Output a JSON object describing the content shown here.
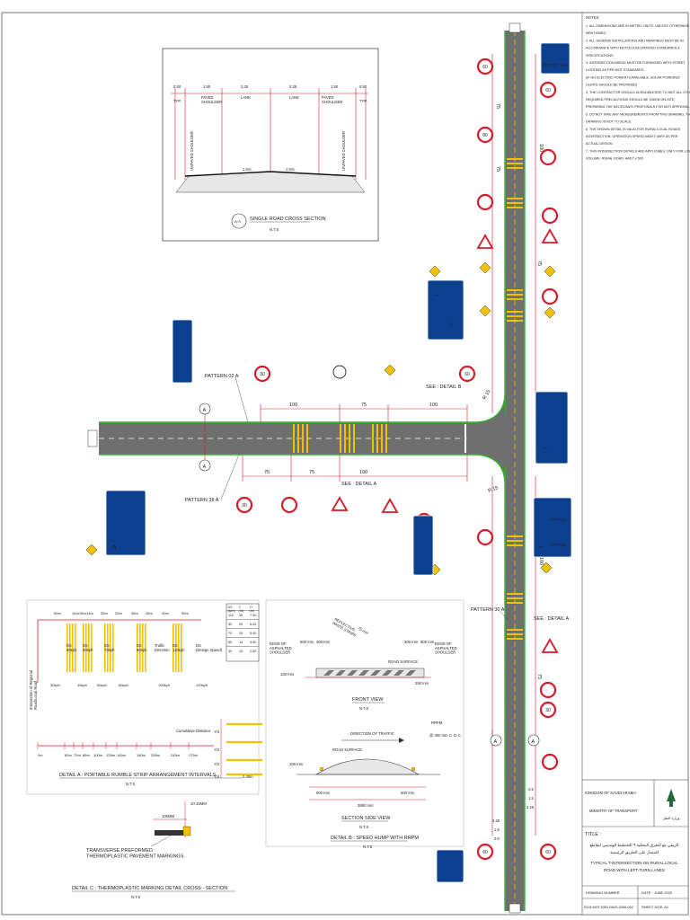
{
  "notes": {
    "heading": "NOTES",
    "items": [
      "1.  ALL DIMENSIONS ARE IN METRIC UNITS, UNLESS OTHERWISE",
      "     MENTIONED.",
      "2.  ALL SIGNAGE INSTALLATIONS AND MARKINGS MUST BE IN",
      "     ACCORDANCE WITH MUTCD-KSA UPDATED STANDARDS &",
      "     SPECIFICATIONS.",
      "3.  INTERSECTION AREAS MUST BE FURNISHED WITH STREET",
      "     LIGHTING AS PER MOT STANDARDS",
      "     (IF NO ELECTRIC POWER IS AVAILABLE, SOLAR POWERED",
      "     LIGHTS SHOULD BE PROVIDED)",
      "4.  THE CONTRACTOR SHOULD ACKNOWLEDGE TO MOT ALL OTHER",
      "     REQUIRED PRECAUTIONS SHOULD BE TAKEN ON-SITE,",
      "     PREPARING THE NECESSARY PROPOSALS FOR MOT APPROVAL",
      "5.  DO NOT TAKE ANY MEASUREMENTS FROM THIS DRAWING, THE",
      "     DRAWING IS NOT TO SCALE.",
      "6.  THE SHOWN DETAIL IS VALID FOR RURAL LOCAL ROADS",
      "     INTERSECTION. OPERATION SPEED MIGHT VARY AS PER",
      "     ACTUAL DESIGN.",
      "7.  THIS INTERSECTION DETAILS ARE APPLICABLE ONLY FOR LOW -",
      "     VOLUME- RURAL ROAD. AADT ≤ 500"
    ]
  },
  "cross_section": {
    "widths": [
      "0.50",
      "1.50",
      "3.25",
      "3.25",
      "1.50",
      "0.50"
    ],
    "typ_left": "TYP.",
    "typ_right": "TYP.",
    "paved_shoulder": "PAVED\nSHOULDER",
    "lane": "LANE",
    "unpaved_shoulder": "UNPAVED SHOULDER",
    "slope_left": "1.5%",
    "slope_right": "1.5%",
    "section_tag": "A-A",
    "title": "SINGLE ROAD CROSS SECTION",
    "scale": "N.T.S"
  },
  "plan": {
    "pattern_02a": "PATTERN 02 A",
    "pattern_38a": "PATTERN 38 A",
    "pattern_30a": "PATTERN 30 A",
    "see_detail_b": "SEE : DETAIL B",
    "see_detail_a_left": "SEE : DETAIL A",
    "see_detail_a_right": "SEE : DETAIL A",
    "section_mark": "A",
    "dim_100_top": "100",
    "dim_75_top": "75",
    "dim_100_right_top": "100",
    "dim_75_bot1": "75",
    "dim_75_bot2": "75",
    "dim_100_bot": "100",
    "radius_top": "R 15",
    "radius_bot": "R 15",
    "vert_100": "100",
    "vert_75a": "75",
    "vert_75b": "75",
    "vert_75c": "75",
    "vert_75d": "75",
    "vert_100b": "100",
    "dim_05": "0.5",
    "dim_15": "1.5",
    "dim_325a": "3.25",
    "dim_325b": "3.25",
    "dim_15b": "1.5",
    "dim_05b": "0.5",
    "city_c": "CITY (C)",
    "city_b": "CITY (B)",
    "km": "KM",
    "limit_60": "60",
    "limit_30": "30",
    "limit_80": "80"
  },
  "detail_a": {
    "top_distances": [
      "60m",
      "10m",
      "16m",
      "14m",
      "25m",
      "20m",
      "35m",
      "25m",
      "40m",
      "30m"
    ],
    "ds_labels": [
      "DS\n30kph",
      "DS\n50kph",
      "DS\n70kph",
      "DS\n90kph",
      "Traffic\nDirection",
      "DS\n110kph",
      "DS\n(Design Speed)"
    ],
    "speeds": [
      "30kph",
      "40kph",
      "60kph",
      "80kph",
      "100kph",
      "120kph"
    ],
    "side_label": "Intersection of Regional\nRoad/Local Road",
    "table_headers": [
      "DS\n(kph)",
      "Y\n(m)",
      "Yl\n(m)"
    ],
    "table_rows": [
      [
        "110",
        "30",
        "7.50"
      ],
      [
        "90",
        "25",
        "6.25"
      ],
      [
        "70",
        "20",
        "5.00"
      ],
      [
        "50",
        "14",
        "3.50"
      ],
      [
        "30",
        "10",
        "2.50"
      ]
    ],
    "cumulative_label": "Cumulative Distance",
    "cumulative_distances": [
      "0m",
      "60m",
      "70m",
      "86m",
      "100m",
      "125m",
      "145m",
      "180m",
      "205m",
      "245m",
      "275m"
    ],
    "y_labels": [
      "Y/4",
      "Y/4",
      "Y/4",
      "Y/4"
    ],
    "dim_030": "0.30m",
    "title": "DETAIL A : PORTABLE RUMBLE STRIP ARRANGEMENT INTERVALS",
    "scale": "N.T.S"
  },
  "detail_c": {
    "dim_top": "10-15MM",
    "dim_width": "100MM",
    "note": "TRANSVERSE PREFORMED\nTHERMOPLASTIC PAVEMENT MARKINGS",
    "title": "DETAIL C : THERMOPLASTIC MARKING DETAIL CROSS - SECTION",
    "scale": "N.T.S"
  },
  "detail_b": {
    "edge_left": "EDGE OF\nASPHALTED\nSHOULDER",
    "edge_right": "EDGE OF\nASPHALTED\nSHOULDER",
    "dim_600_left": "600 mm",
    "dim_300_left": "300 mm",
    "dim_300_right": "300 mm",
    "dim_600_right": "600 mm",
    "dim_100": "100 mm",
    "dim_250": "250 mm",
    "reflector": "REFLECTIVE\nWHITE STRIPE",
    "dim_75": "75 mm",
    "road_surface": "ROAD SURFACE",
    "front_view": "FRONT VIEW",
    "front_scale": "N.T.S",
    "rrpm": "RRPM",
    "rrpm_spacing": "@ 300 mm C. to C.",
    "direction": "DIRECTION OF TRAFFIC",
    "road_surface2": "ROAD SURFACE",
    "dim_100b": "100 mm",
    "dim_500a": "500 mm",
    "dim_500b": "500 mm",
    "dim_3850": "3850 mm",
    "side_view": "SECTION SIDE VIEW",
    "side_scale": "N.T.S",
    "title": "DETAIL B : SPEED HUMP WITH RRPM",
    "scale": "N.T.S"
  },
  "title_block": {
    "kingdom": "KINGDOM OF SAUDI ARABIA",
    "ministry": "MINISTRY OF TRANSPORT",
    "title_label": "TITLE :",
    "arabic_title": "التخطيط الهندسي لتقاطع T الريفي مع الطرق المحلية",
    "arabic_sub": "للمسار على الطريق الرئيسية",
    "title_line1": "TYPICAL T-INTERSECTION ON RURAL LOCAL",
    "title_line2": "ROAD WITH LEFT-TURN LANES",
    "drawing_number_label": "DRAWING NUMBER",
    "date": "DATE : JUNE 2020",
    "drawing_number": "RCH-MOT-RSD-DWG-2006-052",
    "sheet_size": "SHEET SIZE: A1",
    "logo_text": "وزارة النقل"
  },
  "colors": {
    "road": "#6f6f6f",
    "edge_green": "#2dbb2d",
    "yellow": "#f2c200",
    "red": "#d81b2a",
    "sign_blue": "#0d3f8f",
    "dim_red": "#d81b2a"
  }
}
